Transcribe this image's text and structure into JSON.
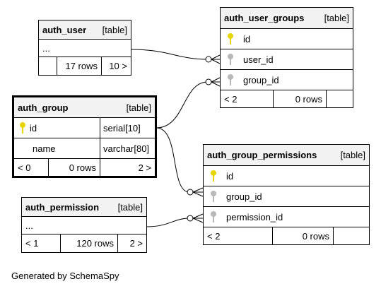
{
  "tables": {
    "auth_user": {
      "name": "auth_user",
      "type": "[table]",
      "ellipsis": "...",
      "stats": [
        "",
        "17 rows",
        "10 >"
      ]
    },
    "auth_user_groups": {
      "name": "auth_user_groups",
      "type": "[table]",
      "columns": [
        {
          "name": "id",
          "key": "pk-icon"
        },
        {
          "name": "user_id",
          "key": "fk-icon"
        },
        {
          "name": "group_id",
          "key": "fk-icon"
        }
      ],
      "stats": [
        "< 2",
        "0 rows",
        ""
      ]
    },
    "auth_group": {
      "name": "auth_group",
      "type": "[table]",
      "columns": [
        {
          "name": "id",
          "datatype": "serial[10]",
          "key": "pk-icon"
        },
        {
          "name": "name",
          "datatype": "varchar[80]"
        }
      ],
      "stats": [
        "< 0",
        "0 rows",
        "2 >"
      ]
    },
    "auth_group_permissions": {
      "name": "auth_group_permissions",
      "type": "[table]",
      "columns": [
        {
          "name": "id",
          "key": "pk-icon"
        },
        {
          "name": "group_id",
          "key": "fk-icon"
        },
        {
          "name": "permission_id",
          "key": "fk-icon"
        }
      ],
      "stats": [
        "< 2",
        "0 rows",
        ""
      ]
    },
    "auth_permission": {
      "name": "auth_permission",
      "type": "[table]",
      "ellipsis": "...",
      "stats": [
        "< 1",
        "120 rows",
        "2 >"
      ]
    }
  },
  "footer": "Generated by SchemaSpy"
}
